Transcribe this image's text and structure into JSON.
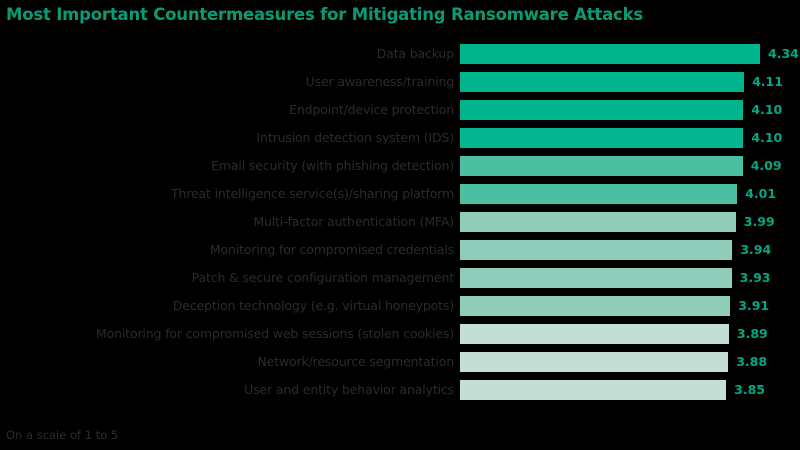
{
  "chart_data": {
    "type": "bar",
    "orientation": "horizontal",
    "title": "Most Important Countermeasures for Mitigating Ransomware Attacks",
    "footnote": "On a scale of 1 to 5",
    "xlabel": "",
    "ylabel": "",
    "xlim": [
      0,
      4.55
    ],
    "grid": false,
    "legend": "none",
    "background_color": "#000000",
    "title_color": "#0a9b74",
    "label_color": "#2b2b2b",
    "value_color": "#00a884",
    "categories": [
      "Data backup",
      "User awareness/training",
      "Endpoint/device protection",
      "Intrusion detection system (IDS)",
      "Email security (with phishing detection)",
      "Threat intelligence service(s)/sharing platform",
      "Multi-factor authentication (MFA)",
      "Monitoring for compromised credentials",
      "Patch & secure configuration management",
      "Deception technology (e.g. virtual honeypots)",
      "Monitoring for compromised web sessions (stolen cookies)",
      "Network/resource segmentation",
      "User and entity behavior analytics"
    ],
    "values": [
      4.34,
      4.11,
      4.1,
      4.1,
      4.09,
      4.01,
      3.99,
      3.94,
      3.93,
      3.91,
      3.89,
      3.88,
      3.85
    ],
    "value_labels": [
      "4.34",
      "4.11",
      "4.10",
      "4.10",
      "4.09",
      "4.01",
      "3.99",
      "3.94",
      "3.93",
      "3.91",
      "3.89",
      "3.88",
      "3.85"
    ],
    "bar_colors": [
      "#00b48c",
      "#00b48c",
      "#00b48c",
      "#04b690",
      "#4cbfa1",
      "#4cbfa1",
      "#8fcdba",
      "#8fcdba",
      "#8fcdba",
      "#8fcdba",
      "#c4ded6",
      "#c4ded6",
      "#c4ded6"
    ]
  }
}
